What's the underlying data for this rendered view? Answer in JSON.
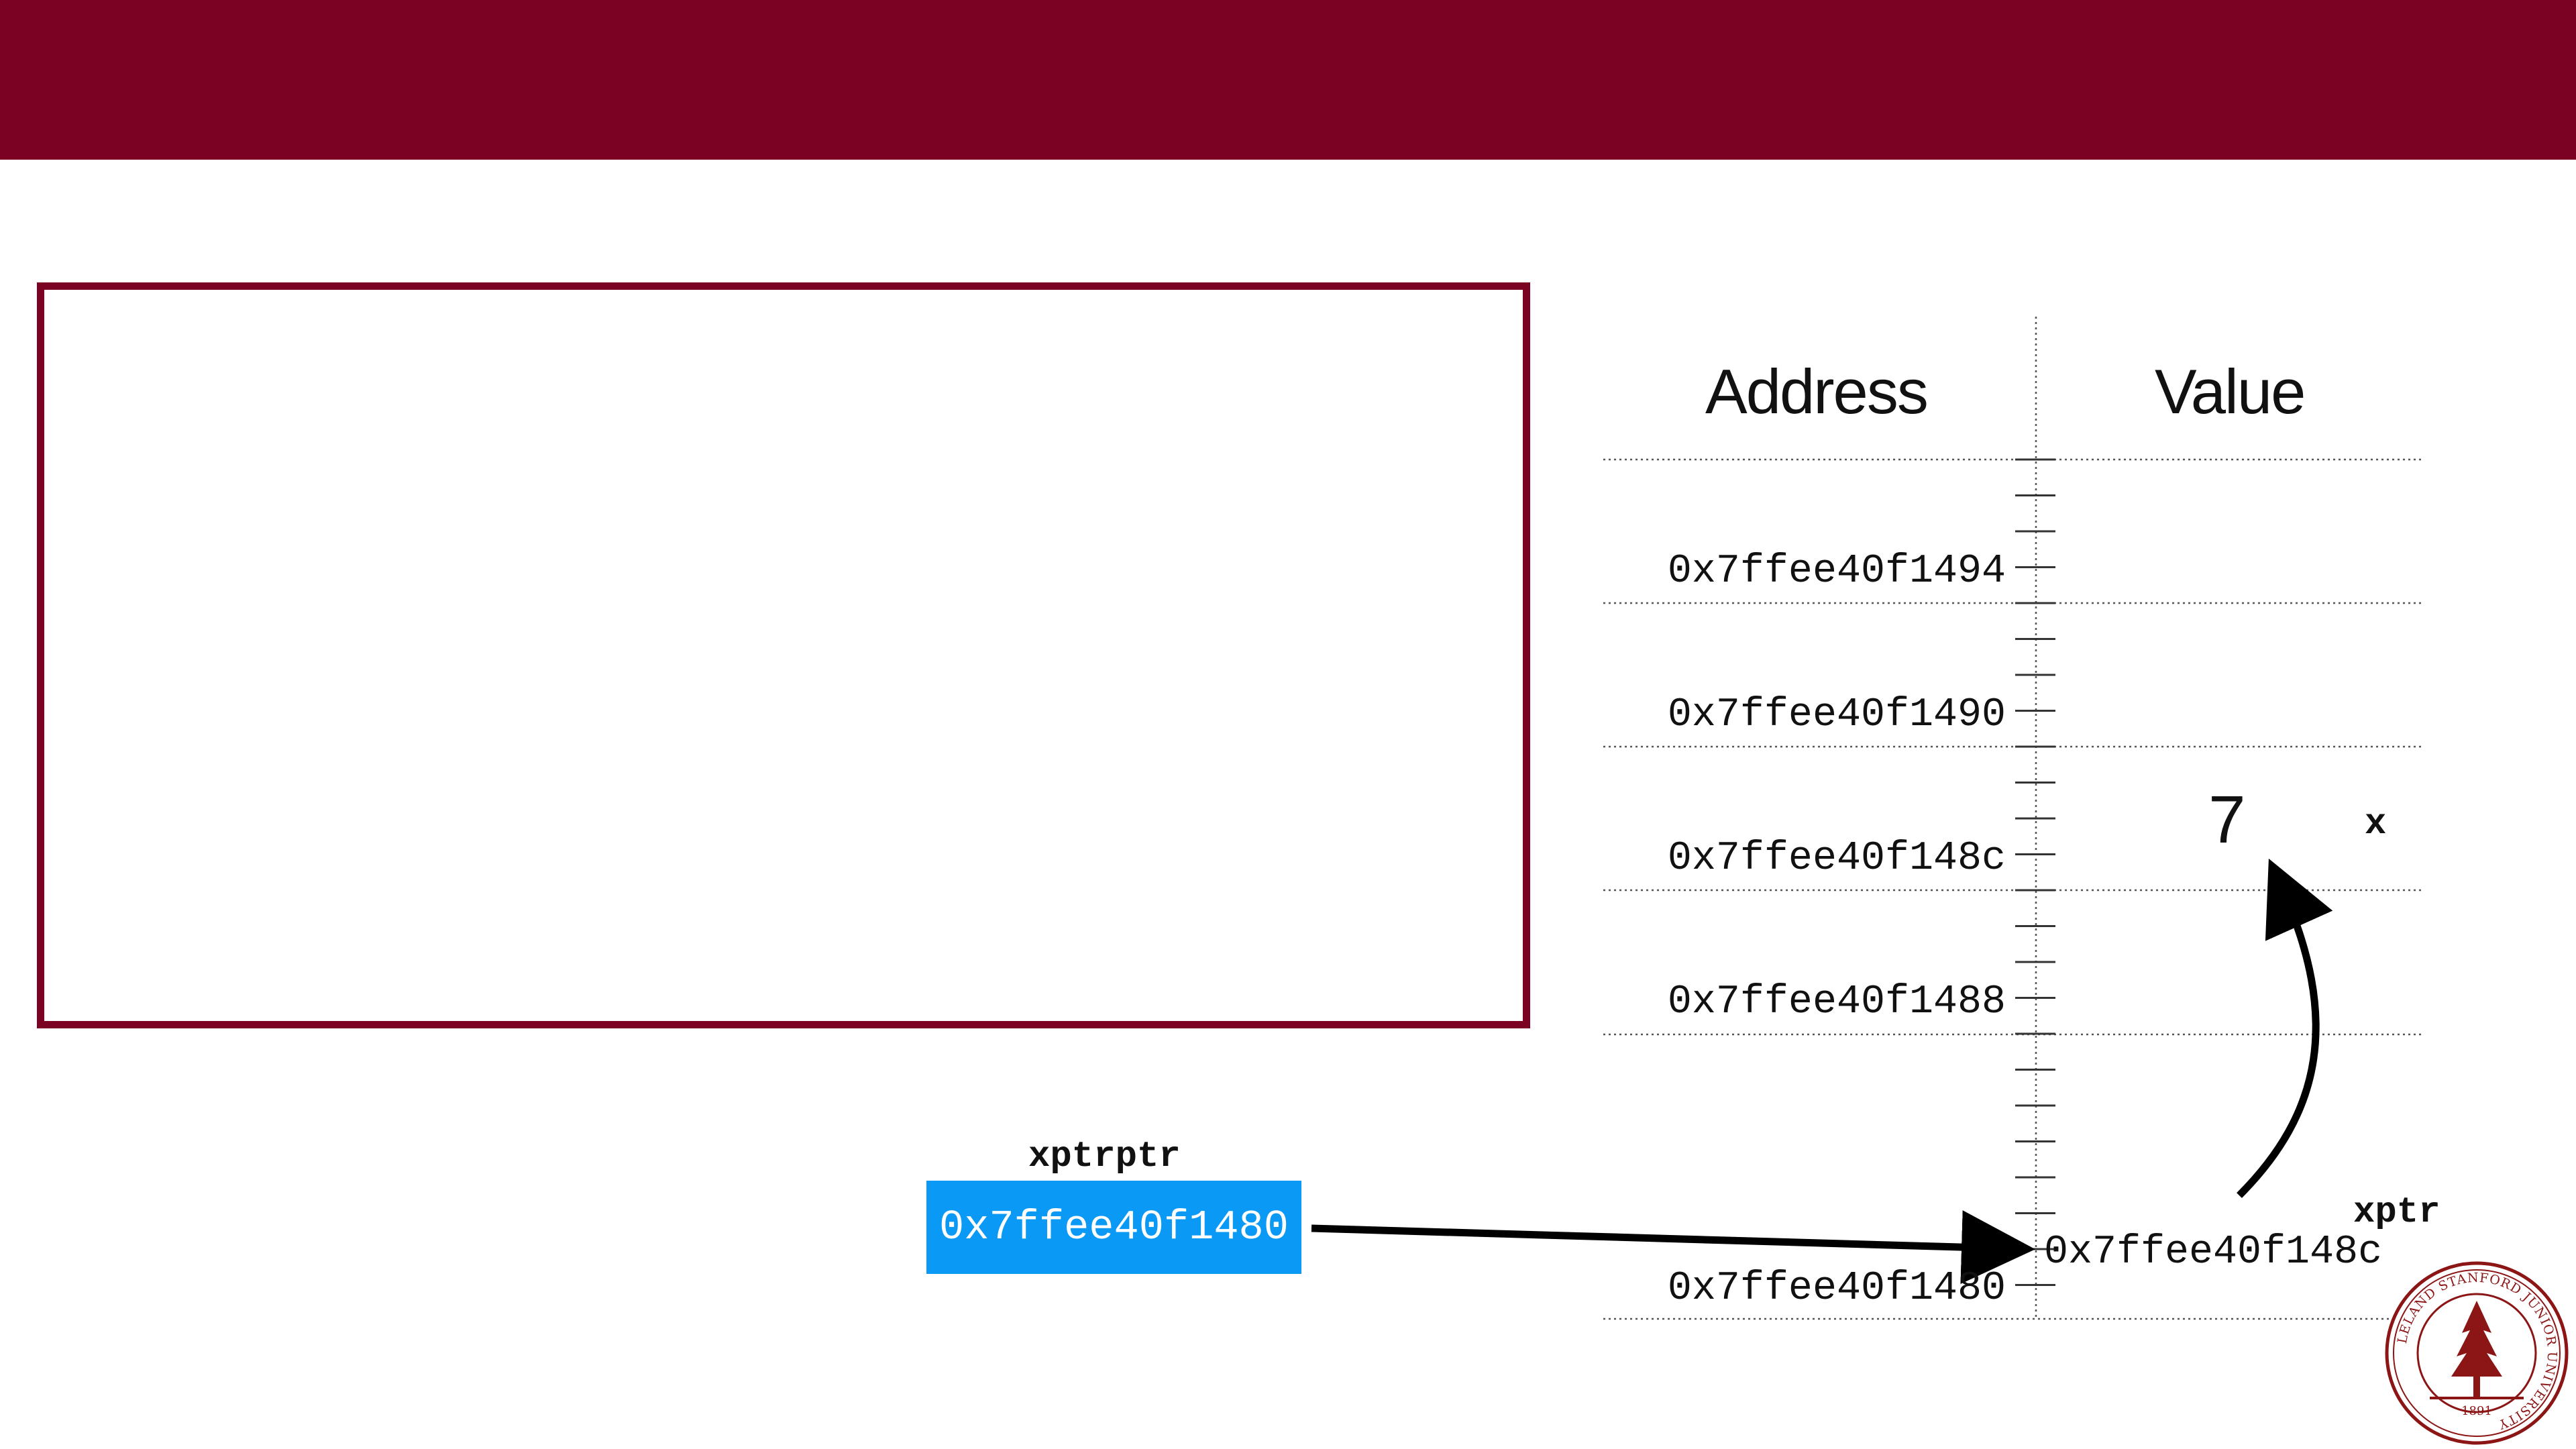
{
  "headers": {
    "address": "Address",
    "value": "Value"
  },
  "memory_rows": [
    {
      "address": "0x7ffee40f1494"
    },
    {
      "address": "0x7ffee40f1490"
    },
    {
      "address": "0x7ffee40f148c",
      "value": "7",
      "variable": "x"
    },
    {
      "address": "0x7ffee40f1488"
    },
    {
      "address": "0x7ffee40f1480",
      "value": "0x7ffee40f148c",
      "variable": "xptr"
    }
  ],
  "xptrptr": {
    "label": "xptrptr",
    "value": "0x7ffee40f1480"
  },
  "colors": {
    "accent": "#7c0224",
    "highlight": "#0a99f5"
  },
  "logo": {
    "name": "stanford-seal",
    "text": "LELAND STANFORD JUNIOR UNIVERSITY",
    "year": "1891"
  }
}
